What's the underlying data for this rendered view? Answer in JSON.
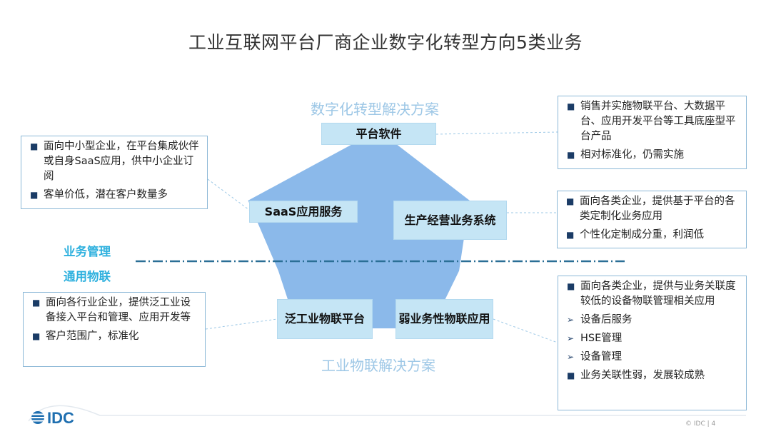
{
  "title": "工业互联网平台厂商企业数字化转型方向5类业务",
  "solutions": {
    "top": "数字化转型解决方案",
    "bottom": "工业物联解决方案"
  },
  "nodes": {
    "platform": "平台软件",
    "saas": "SaaS应用服务",
    "ops": "生产经营业务系统",
    "iiot": "泛工业物联平台",
    "weak": "弱业务性物联应用"
  },
  "layers": {
    "management": "业务管理",
    "iot": "通用物联"
  },
  "boxes": {
    "top_right": [
      {
        "marker": "square",
        "text": "销售并实施物联平台、大数据平台、应用开发平台等工具底座型平台产品"
      },
      {
        "marker": "square",
        "text": "相对标准化，仍需实施"
      }
    ],
    "top_left": [
      {
        "marker": "square",
        "text": "面向中小型企业，在平台集成伙伴或自身SaaS应用，供中小企业订阅"
      },
      {
        "marker": "square",
        "text": "客单价低，潜在客户数量多"
      }
    ],
    "mid_right": [
      {
        "marker": "square",
        "text": "面向各类企业，提供基于平台的各类定制化业务应用"
      },
      {
        "marker": "square",
        "text": "个性化定制成分重，利润低"
      }
    ],
    "bottom_left": [
      {
        "marker": "square",
        "text": "面向各行业企业，提供泛工业设备接入平台和管理、应用开发等"
      },
      {
        "marker": "square",
        "text": "客户范围广，标准化"
      }
    ],
    "bottom_right": [
      {
        "marker": "square",
        "text": "面向各类企业，提供与业务关联度较低的设备物联管理相关应用"
      },
      {
        "marker": "arrow",
        "text": "设备后服务"
      },
      {
        "marker": "arrow",
        "text": "HSE管理"
      },
      {
        "marker": "arrow",
        "text": "设备管理"
      },
      {
        "marker": "square",
        "text": "业务关联性弱，发展较成熟"
      }
    ]
  },
  "logo": "IDC",
  "footer": "© IDC |  4",
  "colors": {
    "pentagon": "#8bb9ea",
    "label_fill": "#c5e5f5",
    "layer_text": "#2db0de",
    "solution_text": "#9dc7e6",
    "box_border": "#8cb8d7",
    "divider": "#2b6f96"
  }
}
